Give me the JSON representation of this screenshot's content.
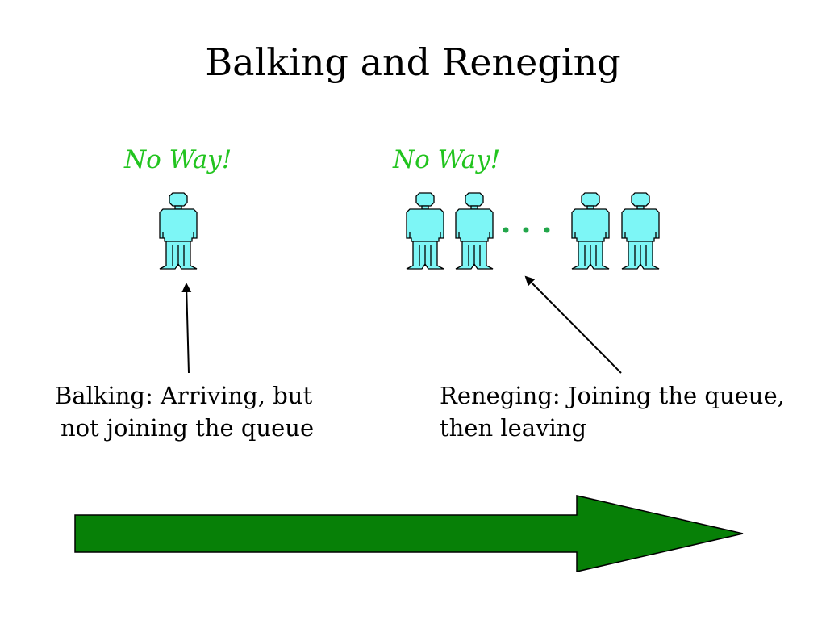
{
  "slide": {
    "title": "Balking and Reneging",
    "balking": {
      "exclaim": "No Way!",
      "line1": "Balking: Arriving, but",
      "line2": "not joining the queue"
    },
    "reneging": {
      "exclaim": "No Way!",
      "line1": "Reneging: Joining the queue,",
      "line2": "then leaving"
    },
    "ellipsis": "...",
    "colors": {
      "person_fill": "#7df6f6",
      "person_stroke": "#000000",
      "exclaim_text": "#22c41f",
      "big_arrow": "#078007"
    }
  }
}
